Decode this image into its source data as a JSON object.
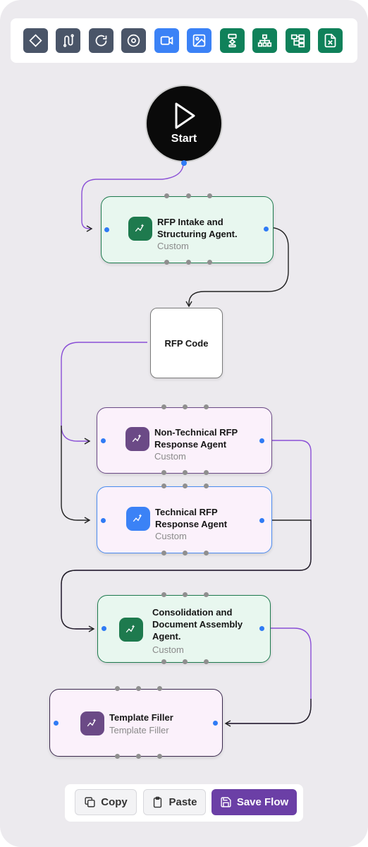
{
  "toolbar": {
    "buttons": [
      {
        "icon": "diamond-icon",
        "color": "#4a5568"
      },
      {
        "icon": "route-icon",
        "color": "#4a5568"
      },
      {
        "icon": "rotate-icon",
        "color": "#4a5568"
      },
      {
        "icon": "stop-circle-icon",
        "color": "#4a5568"
      },
      {
        "icon": "video-icon",
        "color": "#3b82f6"
      },
      {
        "icon": "image-icon",
        "color": "#3b82f6"
      },
      {
        "icon": "flowchart-icon",
        "color": "#10815a"
      },
      {
        "icon": "sitemap-icon",
        "color": "#10815a"
      },
      {
        "icon": "table-tree-icon",
        "color": "#10815a"
      },
      {
        "icon": "excel-file-icon",
        "color": "#10815a"
      }
    ]
  },
  "flow": {
    "start": {
      "label": "Start"
    },
    "nodes": [
      {
        "title": "RFP Intake and Structuring Agent.",
        "subtitle": "Custom",
        "theme": "green"
      },
      {
        "title": "RFP Code"
      },
      {
        "title": "Non-Technical RFP Response Agent",
        "subtitle": "Custom",
        "theme": "purple"
      },
      {
        "title": "Technical RFP Response Agent",
        "subtitle": "Custom",
        "theme": "blue"
      },
      {
        "title": "Consolidation and Document Assembly Agent.",
        "subtitle": "Custom",
        "theme": "green"
      },
      {
        "title": "Template Filler",
        "subtitle": "Template Filler",
        "theme": "purple"
      }
    ]
  },
  "actions": {
    "copy_label": "Copy",
    "paste_label": "Paste",
    "save_label": "Save Flow"
  },
  "colors": {
    "canvas": "#eceaee",
    "green_node_bg": "#e8f7ef",
    "green_node_border": "#1e7a4e",
    "purple_node_bg": "#fbf1fb",
    "purple_node_border": "#6b4a86",
    "blue_node_border": "#4a8cf0",
    "purple_wire": "#8a4fd6",
    "dark_wire": "#222222",
    "save_button": "#6b3fa6"
  }
}
